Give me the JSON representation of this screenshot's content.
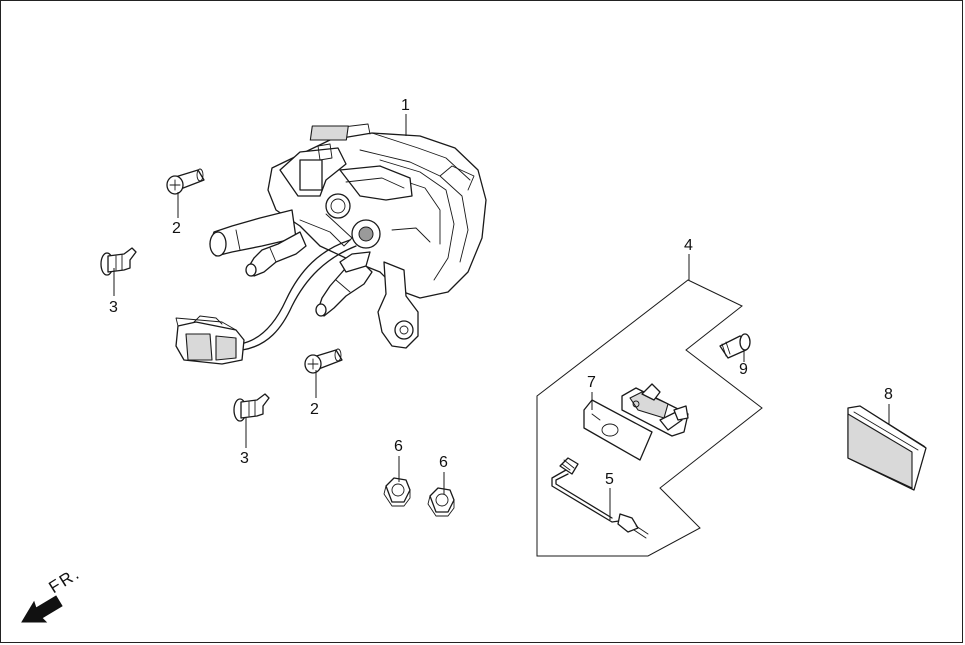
{
  "diagram": {
    "callouts": {
      "c1": "1",
      "c2a": "2",
      "c2b": "2",
      "c3a": "3",
      "c3b": "3",
      "c4": "4",
      "c5": "5",
      "c6a": "6",
      "c6b": "6",
      "c7": "7",
      "c8": "8",
      "c9": "9"
    },
    "front_indicator": "FR."
  }
}
